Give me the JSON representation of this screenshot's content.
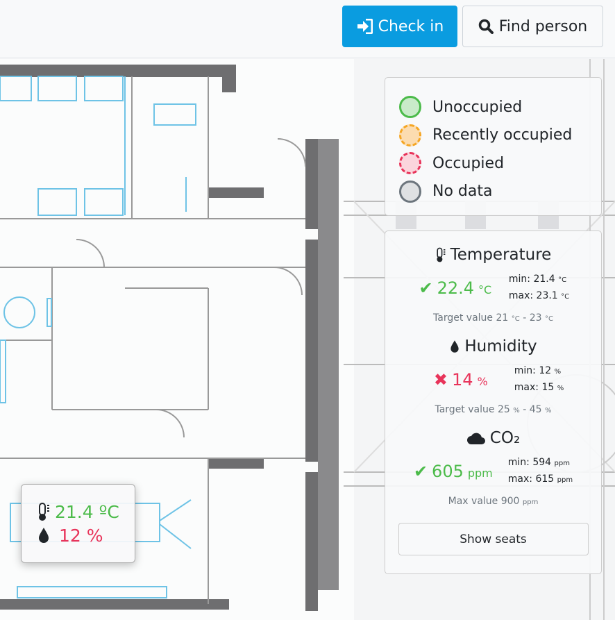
{
  "header": {
    "check_in_label": "Check in",
    "find_person_label": "Find person"
  },
  "legend": [
    {
      "label": "Unoccupied",
      "fill": "#c9ebc9",
      "stroke": "#4cbb4a",
      "style": "solid"
    },
    {
      "label": "Recently occupied",
      "fill": "#fcdcb0",
      "stroke": "#f5a623",
      "style": "dashed"
    },
    {
      "label": "Occupied",
      "fill": "#fbd5dc",
      "stroke": "#e8345a",
      "style": "dashed"
    },
    {
      "label": "No data",
      "fill": "#dfe1e3",
      "stroke": "#6c757d",
      "style": "solid"
    }
  ],
  "sensors": {
    "temperature": {
      "title": "Temperature",
      "value": "22.4",
      "unit": "°C",
      "min_label": "min:",
      "min": "21.4",
      "max_label": "max:",
      "max": "23.1",
      "target_label": "Target value",
      "target_min": "21",
      "target_max": "23",
      "status": "ok"
    },
    "humidity": {
      "title": "Humidity",
      "value": "14",
      "unit": "%",
      "min_label": "min:",
      "min": "12",
      "max_label": "max:",
      "max": "15",
      "target_label": "Target value",
      "target_min": "25",
      "target_max": "45",
      "status": "bad"
    },
    "co2": {
      "title": "CO₂",
      "value": "605",
      "unit": "ppm",
      "min_label": "min:",
      "min": "594",
      "max_label": "max:",
      "max": "615",
      "target_label": "Max value",
      "target_max": "900",
      "status": "ok"
    },
    "show_seats_label": "Show seats"
  },
  "room_tooltip": {
    "temperature": "21.4 ºC",
    "humidity": "12 %"
  },
  "colors": {
    "accent": "#0a9ce0",
    "ok": "#4cbb4a",
    "bad": "#e8345a"
  }
}
